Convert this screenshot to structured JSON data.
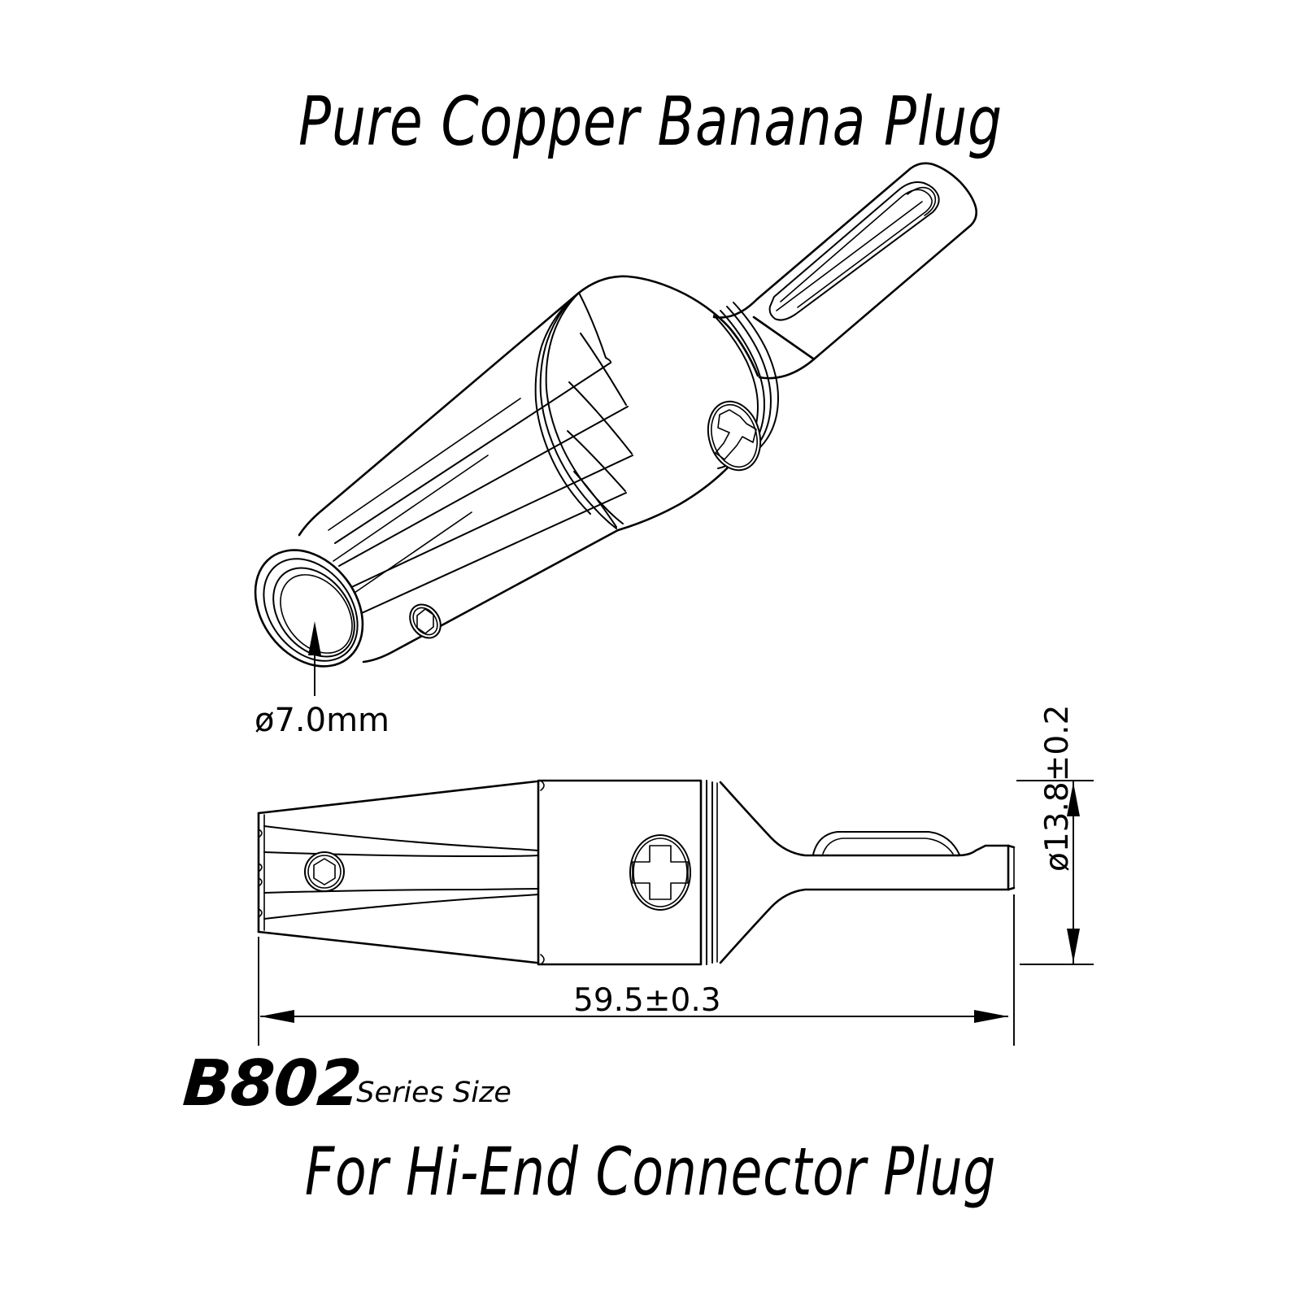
{
  "drawing": {
    "title": "Pure Copper Banana Plug",
    "subtitle": "For Hi-End Connector Plug",
    "series_code": "B802",
    "series_label": "Series Size",
    "background_color": "#ffffff",
    "line_color": "#000000"
  },
  "dimensions": {
    "bore_diameter": "ø7.0mm",
    "body_diameter": "ø13.8±0.2",
    "overall_length": "59.5±0.3"
  },
  "views": {
    "isometric": {
      "name": "Isometric 3D view",
      "features": [
        "fluted-tapered-barrel",
        "cable-entry-bore",
        "hex-socket-set-screw",
        "phillips-screw",
        "slotted-banana-pin"
      ]
    },
    "elevation": {
      "name": "Side elevation view",
      "features": [
        "fluted-tapered-barrel",
        "hex-socket-set-screw",
        "phillips-screw",
        "shoulder-transition",
        "slotted-banana-pin"
      ]
    }
  },
  "icons": {
    "phillips_screw": "phillips-screw-icon",
    "hex_socket_screw": "hex-socket-screw-icon",
    "leader_arrow": "leader-arrow-icon",
    "dimension_arrow": "dimension-arrow-icon"
  }
}
